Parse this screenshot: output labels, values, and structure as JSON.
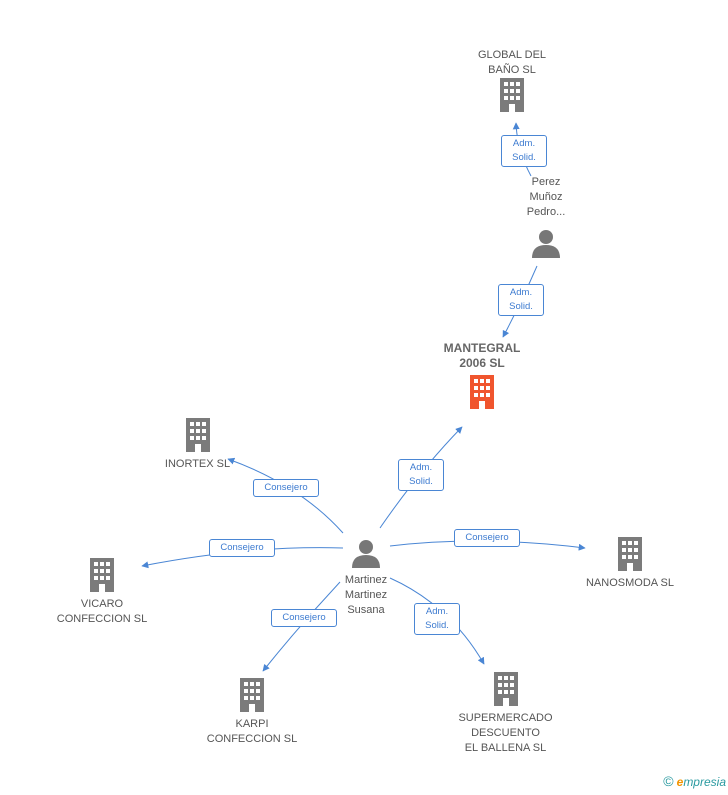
{
  "colors": {
    "edge": "#4a86d4",
    "building": "#7b7b7b",
    "highlight": "#f0552e",
    "person": "#777777"
  },
  "nodes": {
    "global": {
      "label": "GLOBAL DEL\nBAÑO  SL",
      "icon": "building-icon"
    },
    "perez": {
      "label": "Perez\nMuñoz\nPedro...",
      "icon": "person-icon"
    },
    "mantegral": {
      "label": "MANTEGRAL\n2006 SL",
      "icon": "building-icon"
    },
    "inortex": {
      "label": "INORTEX SL",
      "icon": "building-icon"
    },
    "vicaro": {
      "label": "VICARO\nCONFECCION SL",
      "icon": "building-icon"
    },
    "martinez": {
      "label": "Martinez\nMartinez\nSusana",
      "icon": "person-icon"
    },
    "nanosmoda": {
      "label": "NANOSMODA SL",
      "icon": "building-icon"
    },
    "karpi": {
      "label": "KARPI\nCONFECCION SL",
      "icon": "building-icon"
    },
    "supermercado": {
      "label": "SUPERMERCADO\nDESCUENTO\nEL BALLENA SL",
      "icon": "building-icon"
    }
  },
  "edges": {
    "perez_global": "Adm.\nSolid.",
    "perez_mantegral": "Adm.\nSolid.",
    "martinez_mantegral": "Adm.\nSolid.",
    "martinez_inortex": "Consejero",
    "martinez_vicaro": "Consejero",
    "martinez_nanosmoda": "Consejero",
    "martinez_karpi": "Consejero",
    "martinez_supermercado": "Adm.\nSolid."
  },
  "brand": {
    "copyright": "©",
    "initial": "e",
    "rest": "mpresia"
  }
}
